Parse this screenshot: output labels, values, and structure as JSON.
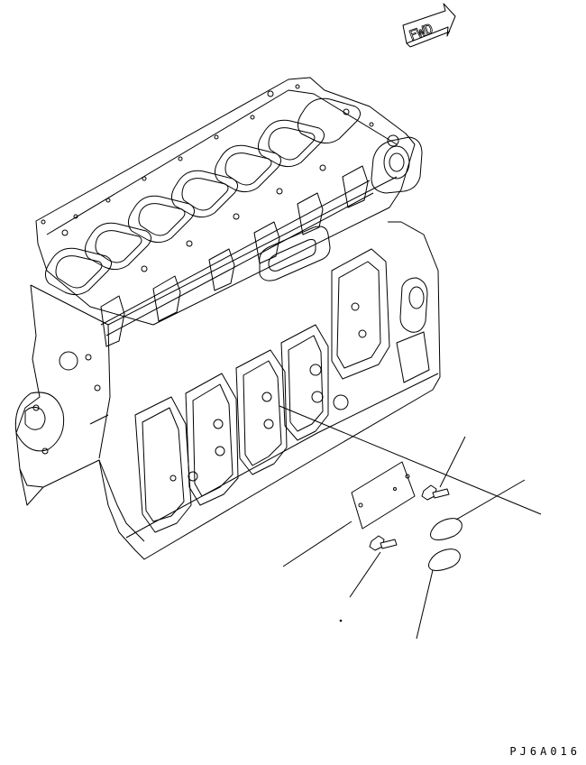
{
  "direction_arrow": {
    "label": "FWD"
  },
  "drawing_code": "PJ6A016",
  "icons": [
    "engine-block",
    "cover-plate",
    "flange-bolt",
    "gasket"
  ]
}
